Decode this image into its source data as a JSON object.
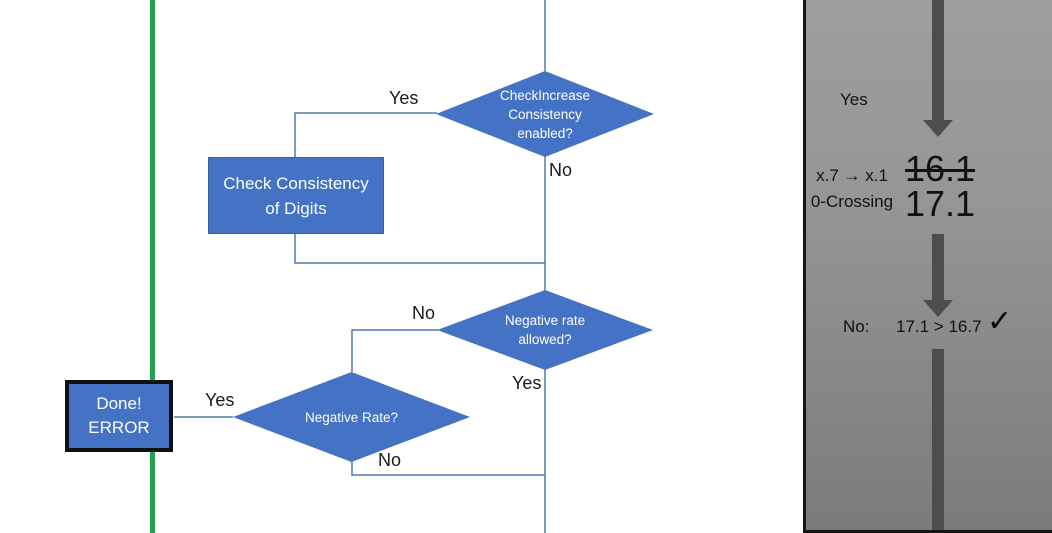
{
  "colors": {
    "node_fill": "#4472C4",
    "node_border": "#3A5E9F",
    "connector": "#4E7CA8",
    "timeline_green": "#22A34F",
    "panel_arrow": "#4D4D4D",
    "panel_bg_top": "#9E9E9E",
    "panel_bg_bottom": "#7B7B7B"
  },
  "flowchart": {
    "decision_check_increase": {
      "line1": "CheckIncrease",
      "line2": "Consistency",
      "line3": "enabled?",
      "yes_label": "Yes",
      "no_label": "No"
    },
    "process_check_consistency": {
      "line1": "Check Consistency",
      "line2": "of Digits"
    },
    "decision_negative_allowed": {
      "line1": "Negative rate",
      "line2": "allowed?",
      "no_label": "No",
      "yes_label": "Yes"
    },
    "decision_negative_rate": {
      "label": "Negative Rate?",
      "yes_label": "Yes",
      "no_label": "No"
    },
    "terminal_error": {
      "line1": "Done!",
      "line2": "ERROR"
    }
  },
  "side_panel": {
    "yes_label": "Yes",
    "rule_line1": "x.7 → x.1",
    "rule_line2": "0-Crossing",
    "old_value": "16.1",
    "new_value": "17.1",
    "result_no_label": "No:",
    "result_comparison": "17.1 > 16.7",
    "check_mark": "✓"
  }
}
